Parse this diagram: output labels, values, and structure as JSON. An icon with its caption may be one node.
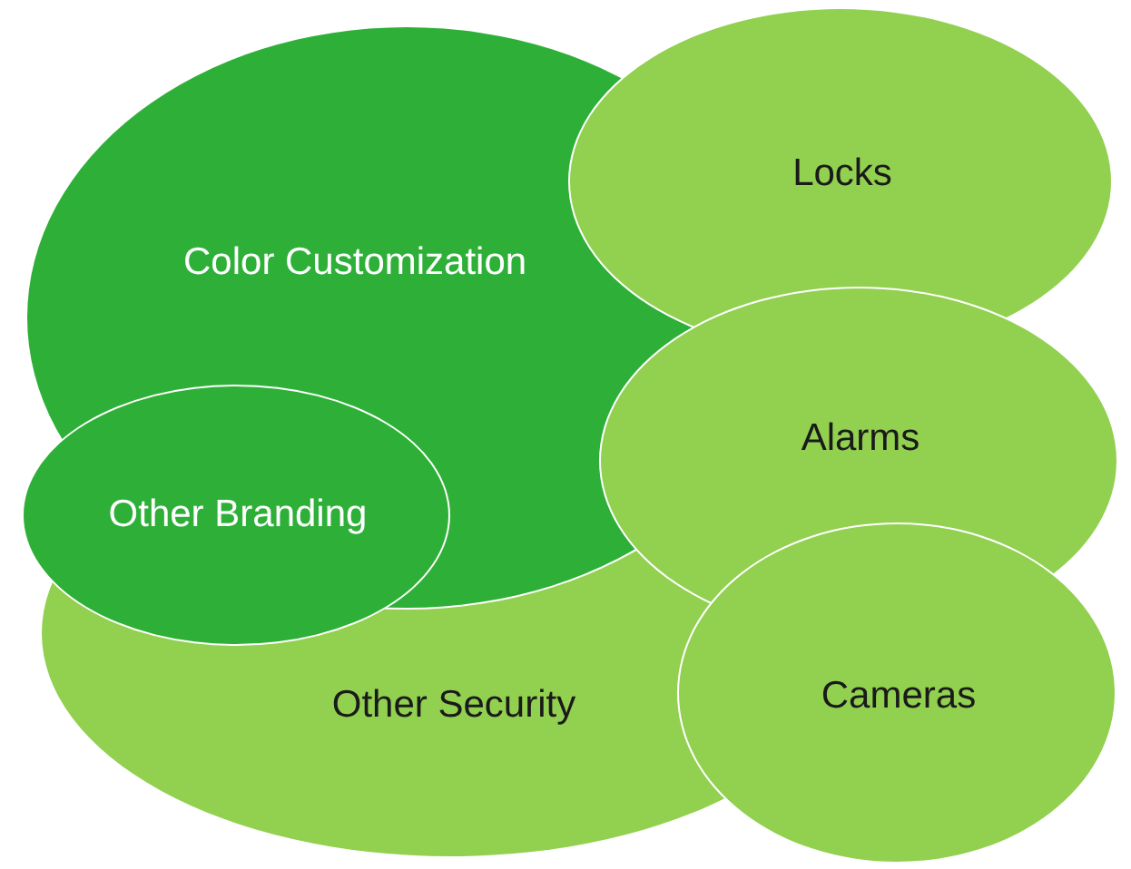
{
  "diagram": {
    "nodes": [
      {
        "text": [
          "Locks"
        ]
      },
      {
        "text": [
          "Color Customization"
        ]
      },
      {
        "text": [
          "Alarms"
        ]
      },
      {
        "text": [
          "Other Branding"
        ]
      },
      {
        "text": [
          "Other Security"
        ]
      },
      {
        "text": [
          "Cameras"
        ]
      }
    ]
  }
}
